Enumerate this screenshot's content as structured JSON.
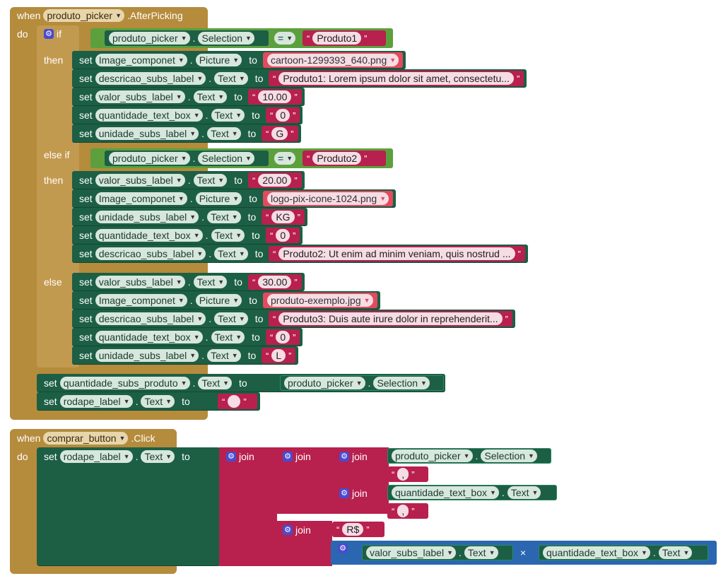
{
  "kw": {
    "when": "when",
    "do": "do",
    "if": "if",
    "then": "then",
    "else_if": "else if",
    "else": "else",
    "set": "set",
    "to": "to",
    "join": "join",
    "dot": ".",
    "eq": "=",
    "times": "×",
    "open_quote": "“",
    "close_quote": "”"
  },
  "event1": {
    "component": "produto_picker",
    "event": ".AfterPicking",
    "cond1": {
      "component": "produto_picker",
      "prop": "Selection",
      "value": "Produto1"
    },
    "then1": [
      {
        "comp": "Image_componet",
        "prop": "Picture",
        "value": "cartoon-1299393_640.png",
        "kind": "asset"
      },
      {
        "comp": "descricao_subs_label",
        "prop": "Text",
        "value": "Produto1: Lorem ipsum dolor sit amet, consectetu...",
        "kind": "text"
      },
      {
        "comp": "valor_subs_label",
        "prop": "Text",
        "value": "10.00",
        "kind": "text"
      },
      {
        "comp": "quantidade_text_box",
        "prop": "Text",
        "value": "0",
        "kind": "text"
      },
      {
        "comp": "unidade_subs_label",
        "prop": "Text",
        "value": "G",
        "kind": "text"
      }
    ],
    "cond2": {
      "component": "produto_picker",
      "prop": "Selection",
      "value": "Produto2"
    },
    "then2": [
      {
        "comp": "valor_subs_label",
        "prop": "Text",
        "value": "20.00",
        "kind": "text"
      },
      {
        "comp": "Image_componet",
        "prop": "Picture",
        "value": "logo-pix-icone-1024.png",
        "kind": "asset"
      },
      {
        "comp": "unidade_subs_label",
        "prop": "Text",
        "value": "KG",
        "kind": "text"
      },
      {
        "comp": "quantidade_text_box",
        "prop": "Text",
        "value": "0",
        "kind": "text"
      },
      {
        "comp": "descricao_subs_label",
        "prop": "Text",
        "value": "Produto2: Ut enim ad minim veniam, quis nostrud ...",
        "kind": "text"
      }
    ],
    "else_body": [
      {
        "comp": "valor_subs_label",
        "prop": "Text",
        "value": "30.00",
        "kind": "text"
      },
      {
        "comp": "Image_componet",
        "prop": "Picture",
        "value": "produto-exemplo.jpg",
        "kind": "asset"
      },
      {
        "comp": "descricao_subs_label",
        "prop": "Text",
        "value": "Produto3: Duis aute irure dolor in reprehenderit...",
        "kind": "text"
      },
      {
        "comp": "quantidade_text_box",
        "prop": "Text",
        "value": "0",
        "kind": "text"
      },
      {
        "comp": "unidade_subs_label",
        "prop": "Text",
        "value": "L",
        "kind": "text"
      }
    ],
    "after": [
      {
        "comp": "quantidade_subs_produto",
        "prop": "Text",
        "getter_comp": "produto_picker",
        "getter_prop": "Selection"
      },
      {
        "comp": "rodape_label",
        "prop": "Text",
        "value": ""
      }
    ]
  },
  "event2": {
    "component": "comprar_button",
    "event": ".Click",
    "set_comp": "rodape_label",
    "set_prop": "Text",
    "get1_comp": "produto_picker",
    "get1_prop": "Selection",
    "sep1": ",",
    "get2_comp": "quantidade_text_box",
    "get2_prop": "Text",
    "sep2": ",",
    "currency": "R$",
    "mul_a_comp": "valor_subs_label",
    "mul_a_prop": "Text",
    "mul_b_comp": "quantidade_text_box",
    "mul_b_prop": "Text"
  },
  "colors": {
    "event": "#b58b3c",
    "setter": "#1c5f45",
    "logic": "#5ca03e",
    "text": "#b8204e",
    "asset": "#e34a5d",
    "math": "#2a67b0"
  }
}
